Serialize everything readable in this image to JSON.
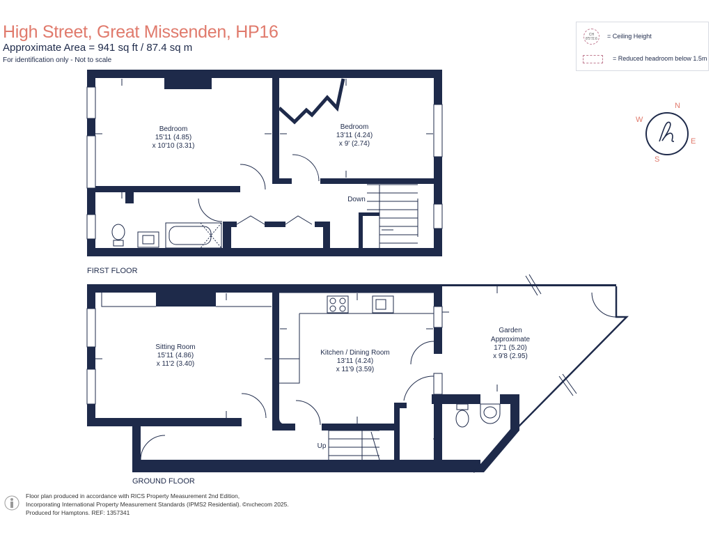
{
  "header": {
    "title": "High Street, Great Missenden, HP16",
    "area": "Approximate Area = 941 sq ft / 87.4 sq m",
    "note": "For identification only - Not to scale"
  },
  "legend": {
    "ch_symbol": "CH\n8'5\"/2.6",
    "ceiling_height": "= Ceiling Height",
    "reduced_headroom": "= Reduced headroom below 1.5m"
  },
  "compass": {
    "n": "N",
    "e": "E",
    "s": "S",
    "w": "W"
  },
  "floors": {
    "first": {
      "label": "FIRST FLOOR"
    },
    "ground": {
      "label": "GROUND FLOOR"
    }
  },
  "rooms": {
    "bedroom1": {
      "name": "Bedroom",
      "dim1": "15'11 (4.85)",
      "dim2": "x 10'10 (3.31)"
    },
    "bedroom2": {
      "name": "Bedroom",
      "dim1": "13'11 (4.24)",
      "dim2": "x 9' (2.74)"
    },
    "sitting": {
      "name": "Sitting Room",
      "dim1": "15'11 (4.86)",
      "dim2": "x 11'2 (3.40)"
    },
    "kitchen": {
      "name": "Kitchen / Dining Room",
      "dim1": "13'11 (4.24)",
      "dim2": "x 11'9 (3.59)"
    },
    "garden": {
      "name": "Garden",
      "name2": "Approximate",
      "dim1": "17'1 (5.20)",
      "dim2": "x 9'8 (2.95)"
    }
  },
  "stairs": {
    "down": "Down",
    "up": "Up"
  },
  "footer": {
    "line1": "Floor plan produced in accordance with RICS Property Measurement 2nd Edition,",
    "line2": "Incorporating International Property Measurement Standards (IPMS2 Residential).",
    "line3": "Produced for Hamptons.   REF:  1357341",
    "brand": "©nıchecom 2025."
  },
  "colors": {
    "wall": "#1e2a4a",
    "accent": "#e07a6c",
    "muted": "#c07a90"
  },
  "icons": [
    "person-icon",
    "compass-logo-icon",
    "toilet-icon",
    "sink-icon",
    "bath-icon",
    "hob-icon"
  ]
}
